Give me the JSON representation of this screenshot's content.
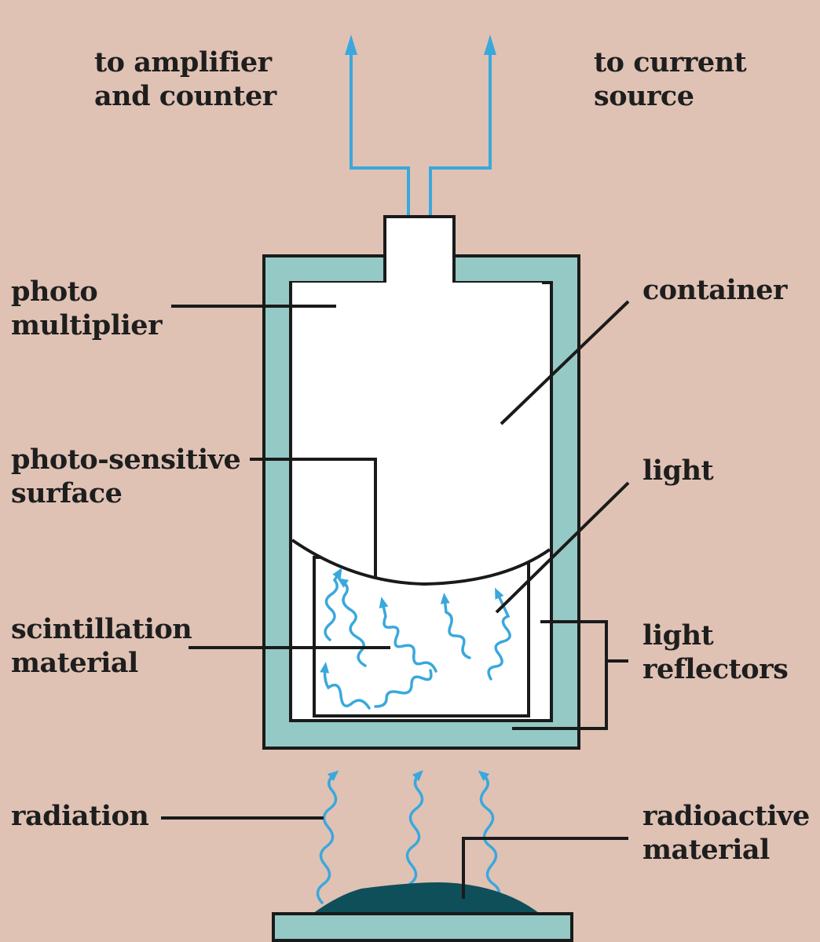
{
  "labels": {
    "amplifier": [
      "to amplifier",
      "and counter"
    ],
    "current_source": [
      "to current",
      "source"
    ],
    "photo_multiplier": [
      "photo",
      "multiplier"
    ],
    "container": [
      "container"
    ],
    "photo_sensitive_surface": [
      "photo-sensitive",
      "surface"
    ],
    "light": [
      "light"
    ],
    "scintillation_material": [
      "scintillation",
      "material"
    ],
    "light_reflectors": [
      "light",
      "reflectors"
    ],
    "radiation": [
      "radiation"
    ],
    "radioactive_material": [
      "radioactive",
      "material"
    ]
  },
  "colors": {
    "background": "#dfc2b4",
    "container_wall": "#94c9c5",
    "wires_and_rays": "#3aa8dc",
    "radioactive_material": "#0f4f5a",
    "outline": "#1a1a1a",
    "interior": "#ffffff"
  }
}
